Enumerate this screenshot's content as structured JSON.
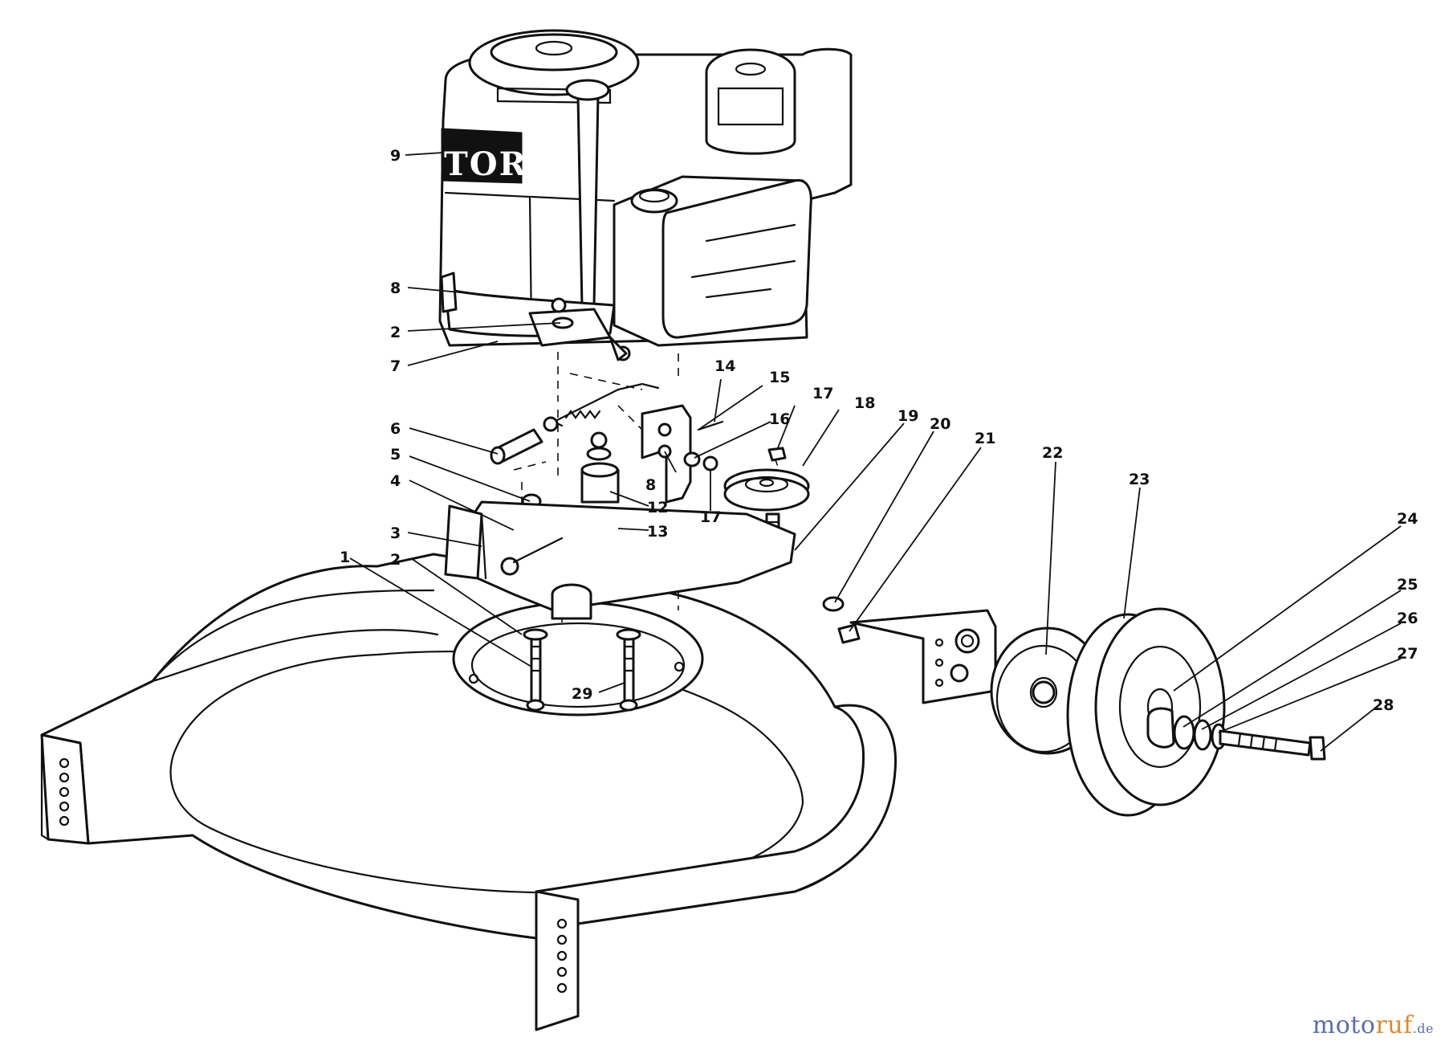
{
  "diagram": {
    "engine_brand": "TORO",
    "callouts": [
      {
        "id": "9",
        "label": "9"
      },
      {
        "id": "8a",
        "label": "8"
      },
      {
        "id": "2a",
        "label": "2"
      },
      {
        "id": "7",
        "label": "7"
      },
      {
        "id": "14",
        "label": "14"
      },
      {
        "id": "15",
        "label": "15"
      },
      {
        "id": "16",
        "label": "16"
      },
      {
        "id": "17a",
        "label": "17"
      },
      {
        "id": "18",
        "label": "18"
      },
      {
        "id": "19",
        "label": "19"
      },
      {
        "id": "20",
        "label": "20"
      },
      {
        "id": "21",
        "label": "21"
      },
      {
        "id": "6",
        "label": "6"
      },
      {
        "id": "5",
        "label": "5"
      },
      {
        "id": "4",
        "label": "4"
      },
      {
        "id": "8b",
        "label": "8"
      },
      {
        "id": "12",
        "label": "12"
      },
      {
        "id": "17b",
        "label": "17"
      },
      {
        "id": "13",
        "label": "13"
      },
      {
        "id": "3",
        "label": "3"
      },
      {
        "id": "1",
        "label": "1"
      },
      {
        "id": "2b",
        "label": "2"
      },
      {
        "id": "22",
        "label": "22"
      },
      {
        "id": "23",
        "label": "23"
      },
      {
        "id": "24",
        "label": "24"
      },
      {
        "id": "25",
        "label": "25"
      },
      {
        "id": "26",
        "label": "26"
      },
      {
        "id": "27",
        "label": "27"
      },
      {
        "id": "28",
        "label": "28"
      },
      {
        "id": "29",
        "label": "29"
      }
    ]
  },
  "watermark": {
    "part1": "moto",
    "part2": "ruf",
    "part3": ".de"
  }
}
